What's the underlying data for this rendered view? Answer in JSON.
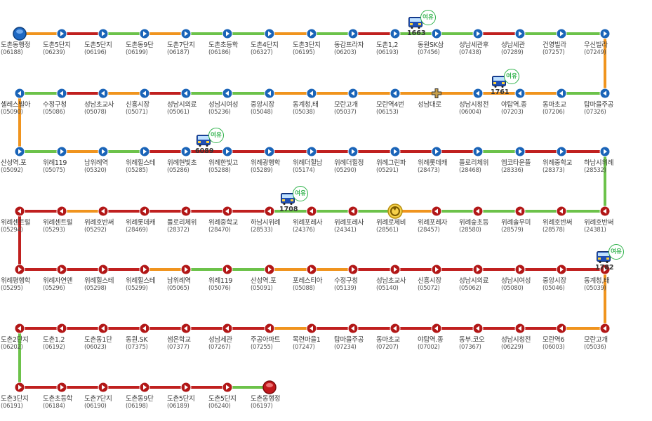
{
  "colors": {
    "green": "#6cc24a",
    "red": "#c0201f",
    "orange": "#f0941e",
    "blue": "#1a64b8",
    "darkred": "#b21717"
  },
  "stops_rows": [
    [
      [
        "도촌동행정",
        "06188"
      ],
      [
        "도촌5단지",
        "06239"
      ],
      [
        "도촌5단지",
        "06196"
      ],
      [
        "도촌동9단",
        "06199"
      ],
      [
        "도촌7단지",
        "06187"
      ],
      [
        "도촌초등학",
        "06186"
      ],
      [
        "도촌4단지",
        "06327"
      ],
      [
        "도촌3단지",
        "06195"
      ],
      [
        "동감프라자",
        "06203"
      ],
      [
        "도촌1,2",
        "06193"
      ],
      [
        "동원SK삼",
        "07456"
      ],
      [
        "성남세관후",
        "07438"
      ],
      [
        "성남세관",
        "07289"
      ],
      [
        "건영빌라",
        "07257"
      ],
      [
        "우신빌라",
        "07249"
      ]
    ],
    [
      [
        "탑마을주공",
        "07326"
      ],
      [
        "동마초교",
        "07206"
      ],
      [
        "야탑역.종",
        "07203"
      ],
      [
        "성남시청전",
        "06004"
      ],
      [
        "성남대로",
        ""
      ],
      [
        "모란역4번",
        "06153"
      ],
      [
        "모란고개",
        "05037"
      ],
      [
        "동계청,태",
        "05038"
      ],
      [
        "중앙시장",
        "05048"
      ],
      [
        "성남시여성",
        "05236"
      ],
      [
        "성남시의료",
        "05061"
      ],
      [
        "신흥시장",
        "05071"
      ],
      [
        "성남초교사",
        "05078"
      ],
      [
        "수정구청",
        "05086"
      ],
      [
        "셀레스빌아",
        "05090"
      ]
    ],
    [
      [
        "산성역.포",
        "05092"
      ],
      [
        "위례119",
        "05075"
      ],
      [
        "남위례역",
        "05320"
      ],
      [
        "위례힐스테",
        "05285"
      ],
      [
        "위례현빛초",
        "05286"
      ],
      [
        "위례한빛고",
        "05288"
      ],
      [
        "위례광행학",
        "05289"
      ],
      [
        "위례더힐남",
        "05174"
      ],
      [
        "위례더힐정",
        "05290"
      ],
      [
        "위례그린파",
        "05291"
      ],
      [
        "위례롯데캐",
        "28473"
      ],
      [
        "플로리체위",
        "28468"
      ],
      [
        "엠코타운플",
        "28336"
      ],
      [
        "위례중학교",
        "28373"
      ],
      [
        "하남시위례",
        "28532"
      ]
    ],
    [
      [
        "위례호반써",
        "24381"
      ],
      [
        "위례호반써",
        "28578"
      ],
      [
        "위례솔우미",
        "28579"
      ],
      [
        "위례숲초등",
        "28580"
      ],
      [
        "위례포레자",
        "28457"
      ],
      [
        "위례로제비",
        "28561"
      ],
      [
        "위례포레사",
        "24341"
      ],
      [
        "위례포레사",
        "24376"
      ],
      [
        "하남시위례",
        "28533"
      ],
      [
        "위례중학교",
        "28470"
      ],
      [
        "플로리체위",
        "28372"
      ],
      [
        "위례롯데캐",
        "28469"
      ],
      [
        "위례호반써",
        "05292"
      ],
      [
        "위례센트럴",
        "05293"
      ],
      [
        "위례센트럴",
        "05294"
      ]
    ],
    [
      [
        "위례평행학",
        "05295"
      ],
      [
        "위례자연앤",
        "05296"
      ],
      [
        "위례힐스테",
        "05298"
      ],
      [
        "위례힐스테",
        "05299"
      ],
      [
        "남위례역",
        "05065"
      ],
      [
        "위례119",
        "05076"
      ],
      [
        "산성역.포",
        "05091"
      ],
      [
        "포레스티아",
        "05088"
      ],
      [
        "수정구청",
        "05139"
      ],
      [
        "성남초교사",
        "05140"
      ],
      [
        "신흥시장",
        "05072"
      ],
      [
        "성남시의료",
        "05062"
      ],
      [
        "성남시여성",
        "05080"
      ],
      [
        "중앙시장",
        "05046"
      ],
      [
        "동계청,태",
        "05039"
      ]
    ],
    [
      [
        "모란고개",
        "05036"
      ],
      [
        "모란역6",
        "06003"
      ],
      [
        "성남시청전",
        "06229"
      ],
      [
        "동부.코오",
        "07367"
      ],
      [
        "야탑역.종",
        "07002"
      ],
      [
        "동마초교",
        "07207"
      ],
      [
        "탑마을주공",
        "07234"
      ],
      [
        "목련마을1",
        "07247"
      ],
      [
        "주공아파트",
        "07255"
      ],
      [
        "성남세관",
        "07267"
      ],
      [
        "샘은학교",
        "07377"
      ],
      [
        "동원.SK",
        "07375"
      ],
      [
        "도촌동1단",
        "06023"
      ],
      [
        "도촌1,2",
        "06192"
      ],
      [
        "도촌2단지",
        "06202"
      ]
    ],
    [
      [
        "도촌3단지",
        "06191"
      ],
      [
        "도촌초등학",
        "06184"
      ],
      [
        "도촌7단지",
        "06190"
      ],
      [
        "도촌동9단",
        "06198"
      ],
      [
        "도촌5단지",
        "06189"
      ],
      [
        "도촌5단지",
        "06240"
      ],
      [
        "도촌동행정",
        "06197"
      ]
    ]
  ],
  "buses": [
    {
      "number": "1663",
      "status": "여유"
    },
    {
      "number": "1761",
      "status": "여유"
    },
    {
      "number": "6089",
      "status": "여유"
    },
    {
      "number": "1708",
      "status": "여유"
    },
    {
      "number": "1782",
      "status": "여유"
    }
  ],
  "legend_icons": [
    "start-terminus-icon",
    "end-terminus-icon",
    "turnaround-icon",
    "transfer-point-icon"
  ]
}
